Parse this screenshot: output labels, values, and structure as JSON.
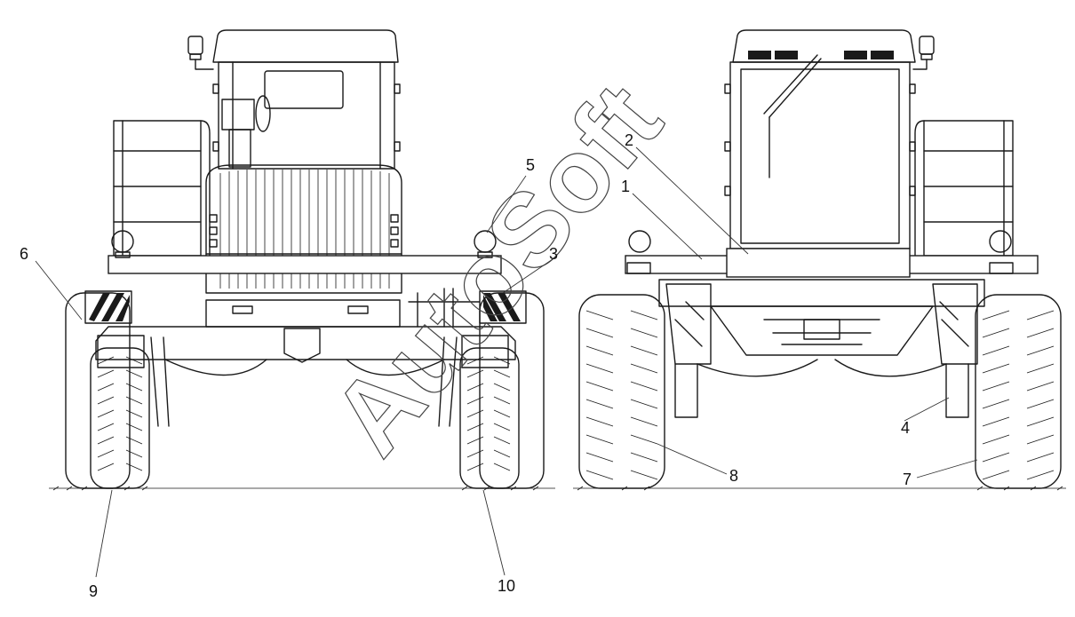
{
  "figure": {
    "callouts": [
      {
        "id": "1",
        "label": "1"
      },
      {
        "id": "2",
        "label": "2"
      },
      {
        "id": "3",
        "label": "3"
      },
      {
        "id": "4",
        "label": "4"
      },
      {
        "id": "5",
        "label": "5"
      },
      {
        "id": "6",
        "label": "6"
      },
      {
        "id": "7",
        "label": "7"
      },
      {
        "id": "8",
        "label": "8"
      },
      {
        "id": "9",
        "label": "9"
      },
      {
        "id": "10",
        "label": "10"
      }
    ],
    "watermark": "AutoSoft",
    "views": [
      "front-view",
      "rear-view"
    ]
  }
}
